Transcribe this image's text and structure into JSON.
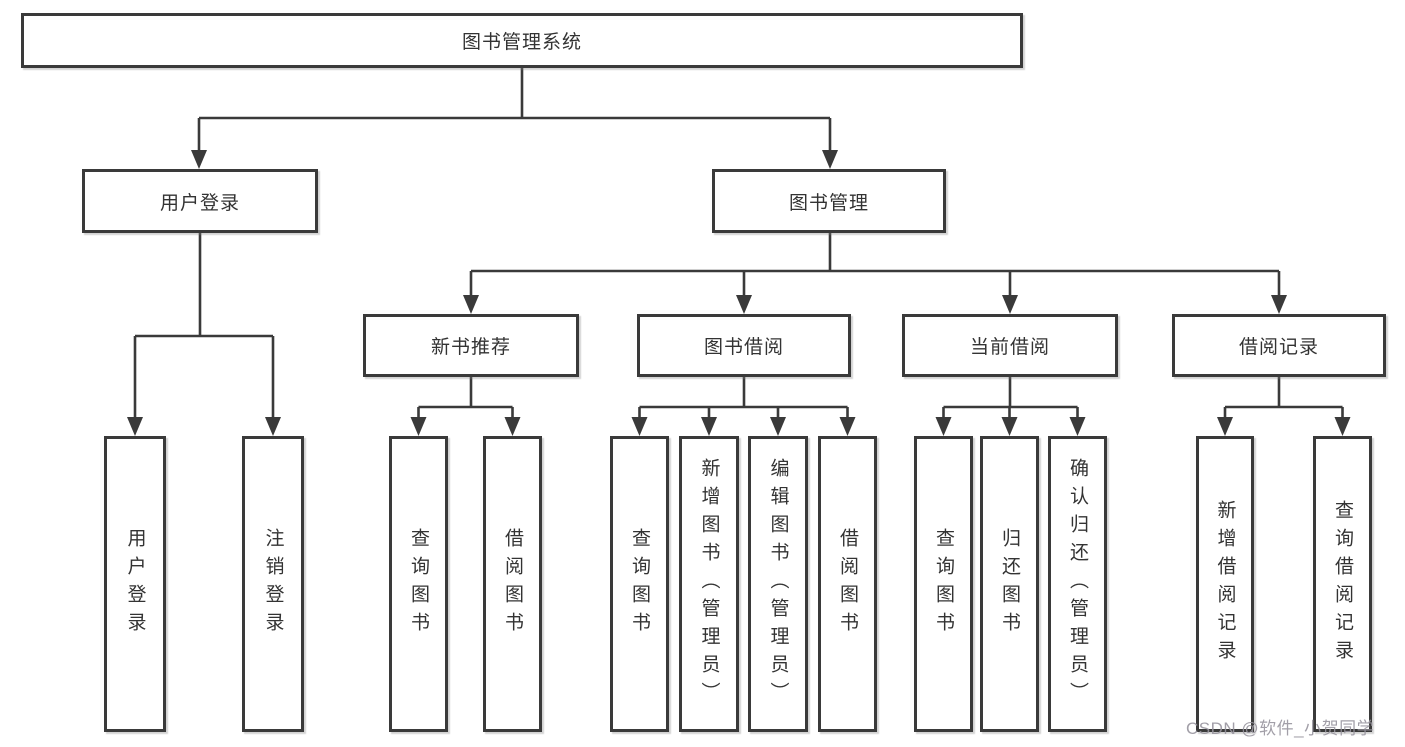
{
  "diagram": {
    "root": "图书管理系统",
    "level2": {
      "user_login": "用户登录",
      "book_management": "图书管理"
    },
    "level3": {
      "new_book_recommend": "新书推荐",
      "book_borrowing": "图书借阅",
      "current_borrowing": "当前借阅",
      "borrowing_records": "借阅记录"
    },
    "leaves": {
      "user_login": "用户登录",
      "logout": "注销登录",
      "recommend_query_books": "查询图书",
      "recommend_borrow_books": "借阅图书",
      "borrowing_query_books": "查询图书",
      "borrowing_add_book_admin": "新增图书（管理员）",
      "borrowing_edit_book_admin": "编辑图书（管理员）",
      "borrowing_borrow_books": "借阅图书",
      "current_query_books": "查询图书",
      "current_return_books": "归还图书",
      "current_confirm_return_admin": "确认归还（管理员）",
      "records_add_record": "新增借阅记录",
      "records_query_record": "查询借阅记录"
    }
  },
  "watermark": "CSDN @软件_小贺同学",
  "colors": {
    "line": "#3a3a3a",
    "text": "#333333",
    "background": "#ffffff",
    "watermark": "#98959e"
  }
}
